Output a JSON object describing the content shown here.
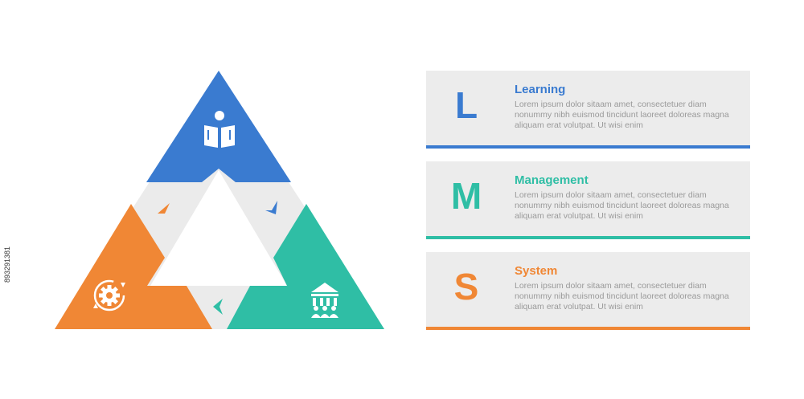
{
  "colors": {
    "learning": "#3a7bd0",
    "management": "#2fbea5",
    "system": "#f08735",
    "ring": "#ebebeb",
    "card_bg": "#ececec",
    "body_text": "#9a9a9a"
  },
  "icons": {
    "learning": "reading-person-icon",
    "management": "institution-building-icon",
    "system": "gear-cycle-icon"
  },
  "items": [
    {
      "letter": "L",
      "title": "Learning",
      "body": "Lorem ipsum dolor sitaam amet, consectetuer diam nonummy  nibh euismod tincidunt laoreet doloreas magna aliquam erat volutpat. Ut wisi enim"
    },
    {
      "letter": "M",
      "title": "Management",
      "body": "Lorem ipsum dolor sitaam amet, consectetuer diam nonummy  nibh euismod tincidunt laoreet doloreas magna aliquam erat volutpat. Ut wisi enim"
    },
    {
      "letter": "S",
      "title": "System",
      "body": "Lorem ipsum dolor sitaam amet, consectetuer diam nonummy  nibh euismod tincidunt laoreet doloreas magna aliquam erat volutpat. Ut wisi enim"
    }
  ],
  "stock_id": "893291381"
}
